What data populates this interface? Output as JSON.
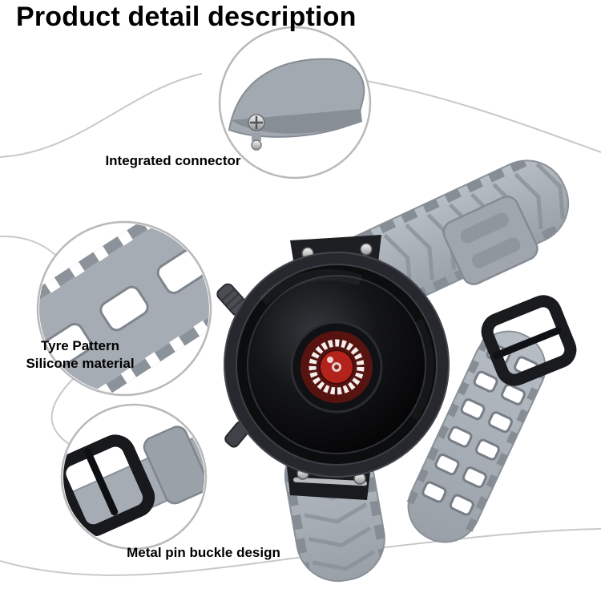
{
  "title": "Product detail description",
  "callouts": {
    "connector": {
      "label": "Integrated connector"
    },
    "pattern": {
      "line1": "Tyre Pattern",
      "line2": "Silicone material"
    },
    "buckle": {
      "label": "Metal pin buckle design"
    }
  },
  "colors": {
    "band_gray": "#a5acb4",
    "band_shadow": "#8b929a",
    "case_black": "#0c0d0f",
    "lens_red": "#b3231c",
    "curve_gray": "#c9c9c9",
    "circle_border": "#b9b9b9",
    "text": "#000000"
  }
}
